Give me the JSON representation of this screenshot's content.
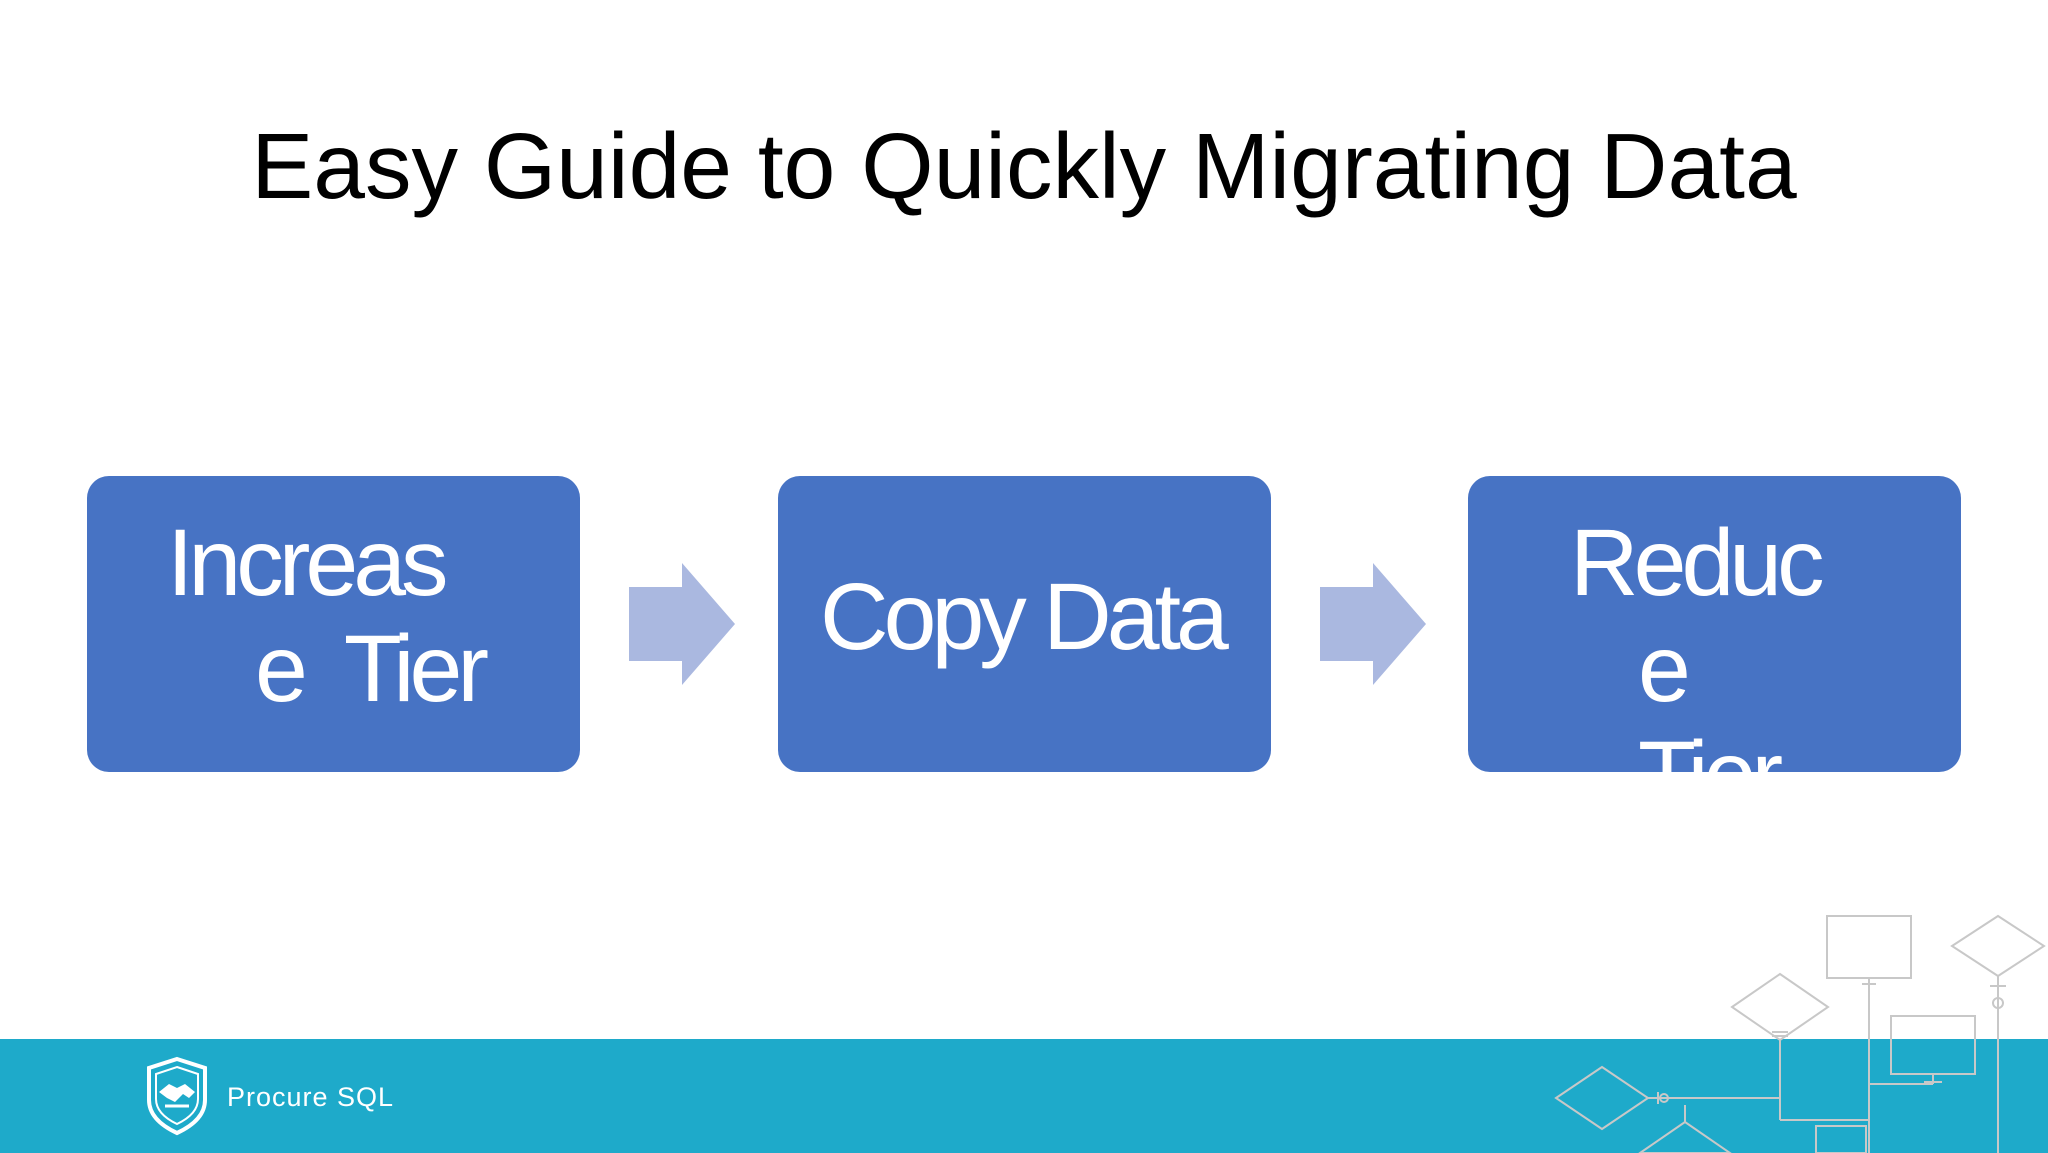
{
  "slide": {
    "title": "Easy Guide to Quickly Migrating Data"
  },
  "steps": [
    {
      "lines": [
        "Increas",
        "e  Tier"
      ]
    },
    {
      "lines": [
        "Copy Data"
      ]
    },
    {
      "lines": [
        "Reduc",
        "e",
        "Tier"
      ]
    }
  ],
  "footer": {
    "brand": "Procure SQL",
    "logo_icon": "handshake-shield-icon",
    "decoration_icon": "flowchart-outline-icon"
  },
  "colors": {
    "box_fill": "#4773c4",
    "arrow_fill": "#aab8e0",
    "footer_band": "#1eaaca",
    "text_on_box": "#ffffff"
  }
}
